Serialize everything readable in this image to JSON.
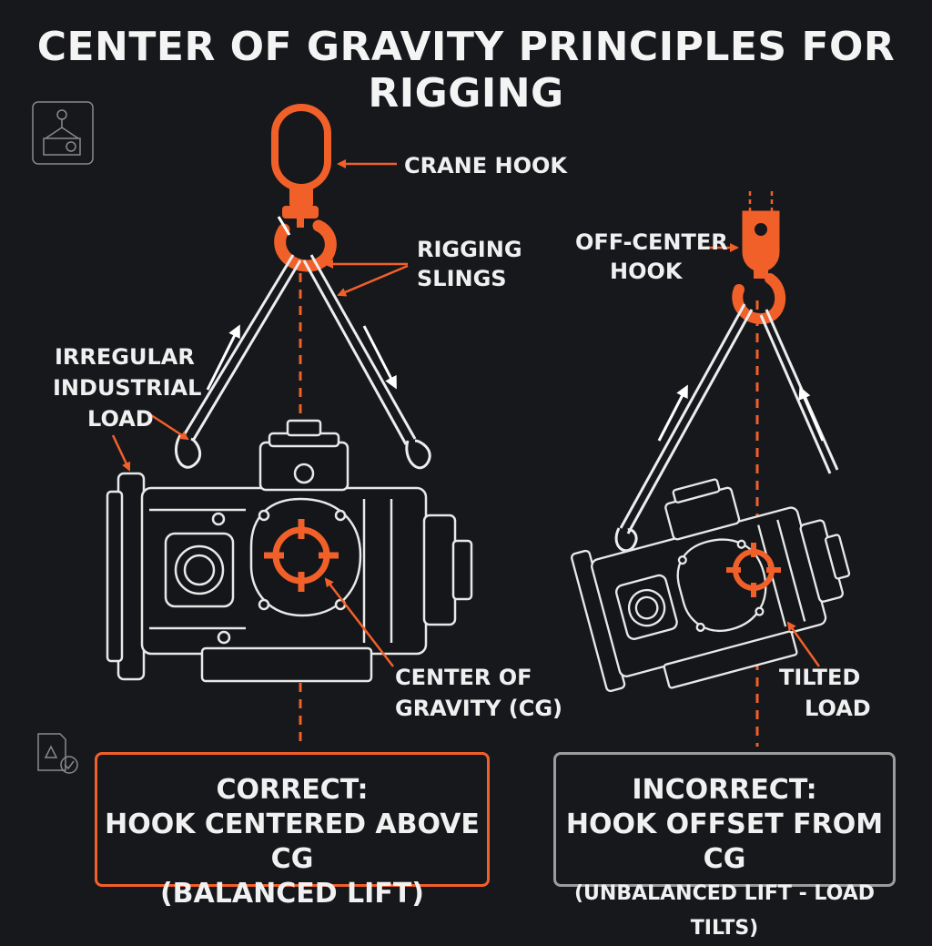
{
  "title": "CENTER OF GRAVITY PRINCIPLES FOR RIGGING",
  "labels": {
    "crane_hook": "CRANE HOOK",
    "rigging_slings_1": "RIGGING",
    "rigging_slings_2": "SLINGS",
    "irregular_load_1": "IRREGULAR",
    "irregular_load_2": "INDUSTRIAL",
    "irregular_load_3": "LOAD",
    "cg_1": "CENTER OF",
    "cg_2": "GRAVITY (CG)",
    "off_center_1": "OFF-CENTER",
    "off_center_2": "HOOK",
    "tilted_1": "TILTED",
    "tilted_2": "LOAD"
  },
  "correct_box": {
    "line1": "CORRECT:",
    "line2": "HOOK CENTERED ABOVE CG",
    "line3": "(BALANCED LIFT)"
  },
  "incorrect_box": {
    "line1": "INCORRECT:",
    "line2": "HOOK OFFSET FROM CG",
    "line3": "(UNBALANCED LIFT - LOAD TILTS)"
  },
  "colors": {
    "accent": "#f2602a",
    "background": "#16181c",
    "line": "#e8e8e8",
    "neutral_border": "#9c9c9c"
  },
  "icons": [
    "crane-load-icon",
    "checklist-warning-icon"
  ]
}
